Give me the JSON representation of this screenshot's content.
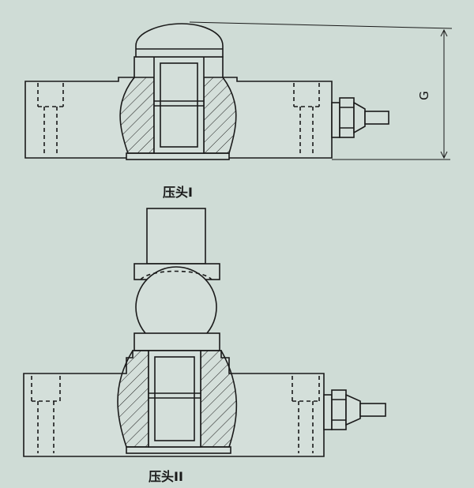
{
  "labels": {
    "view1_caption": "压头I",
    "view2_caption": "压头II",
    "dimension_label": "G"
  },
  "colors": {
    "background": "#cfdcd6",
    "line": "#1a1a1a"
  }
}
